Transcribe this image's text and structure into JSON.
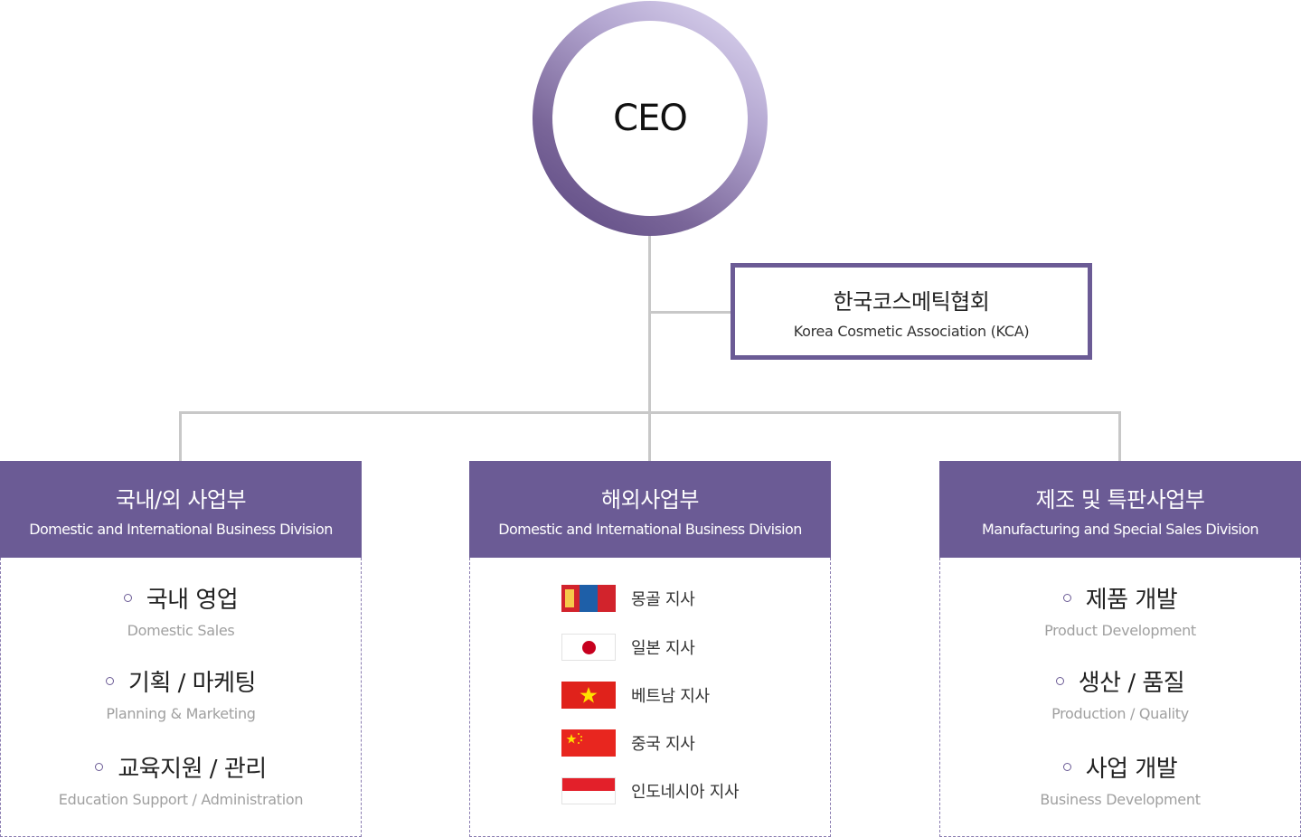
{
  "ceo": {
    "label": "CEO"
  },
  "kca": {
    "name_ko": "한국코스메틱협회",
    "name_en": "Korea Cosmetic Association (KCA)"
  },
  "divisions": [
    {
      "name_ko": "국내/외 사업부",
      "name_en": "Domestic and International Business Division",
      "items": [
        {
          "ko": "국내 영업",
          "en": "Domestic Sales"
        },
        {
          "ko": "기획 / 마케팅",
          "en": "Planning & Marketing"
        },
        {
          "ko": "교육지원 / 관리",
          "en": "Education Support / Administration"
        }
      ]
    },
    {
      "name_ko": "해외사업부",
      "name_en": "Domestic and International Business Division",
      "branches": [
        {
          "label": "몽골 지사",
          "flag": "mongolia-flag-icon"
        },
        {
          "label": "일본 지사",
          "flag": "japan-flag-icon"
        },
        {
          "label": "베트남 지사",
          "flag": "vietnam-flag-icon"
        },
        {
          "label": "중국 지사",
          "flag": "china-flag-icon"
        },
        {
          "label": "인도네시아 지사",
          "flag": "indonesia-flag-icon"
        }
      ]
    },
    {
      "name_ko": "제조 및 특판사업부",
      "name_en": "Manufacturing and Special Sales Division",
      "items": [
        {
          "ko": "제품 개발",
          "en": "Product Development"
        },
        {
          "ko": "생산 / 품질",
          "en": "Production / Quality"
        },
        {
          "ko": "사업 개발",
          "en": "Business Development"
        }
      ]
    }
  ],
  "colors": {
    "primary": "#6b5b95",
    "connector": "#c8c8c8",
    "subtext": "#a0a0a0"
  }
}
